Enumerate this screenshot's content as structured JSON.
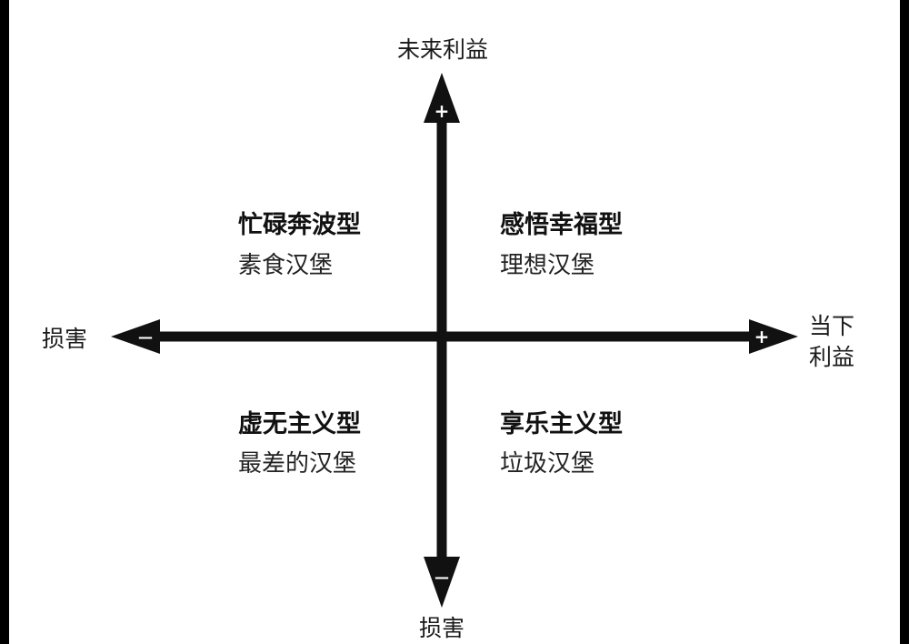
{
  "axes": {
    "top": "未来利益",
    "bottom": "损害",
    "left": "损害",
    "right_line1": "当下",
    "right_line2": "利益",
    "sign_top": "+",
    "sign_right": "+",
    "sign_left": "—",
    "sign_bottom": "—"
  },
  "quadrants": {
    "top_left": {
      "title": "忙碌奔波型",
      "subtitle": "素食汉堡"
    },
    "top_right": {
      "title": "感悟幸福型",
      "subtitle": "理想汉堡"
    },
    "bottom_left": {
      "title": "虚无主义型",
      "subtitle": "最差的汉堡"
    },
    "bottom_right": {
      "title": "享乐主义型",
      "subtitle": "垃圾汉堡"
    }
  },
  "colors": {
    "arrow": "#111111",
    "background": "#ffffff"
  }
}
